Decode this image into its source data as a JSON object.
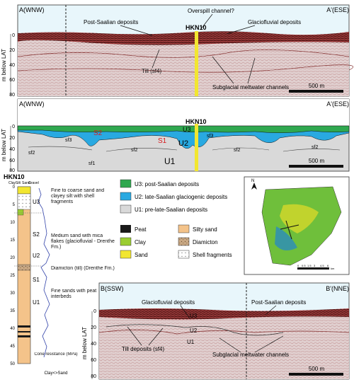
{
  "panel_a_seismic": {
    "left_label": "A(WNW)",
    "right_label": "A'(ESE)",
    "y_axis_label": "m below LAT",
    "y_ticks": [
      "0",
      "20",
      "40",
      "60",
      "80"
    ],
    "well_label": "HKN10",
    "annotations": {
      "post_saalian": "Post-Saalian deposits",
      "overspill": "Overspill channel?",
      "glaciofluvial": "Glaciofluvial deposits",
      "till": "Till (sf4)",
      "meltwater": "Subglacial meltwater channels"
    },
    "scale_bar": "500 m"
  },
  "panel_a_interpreted": {
    "left_label": "A(WNW)",
    "right_label": "A'(ESE)",
    "y_axis_label": "m below LAT",
    "y_ticks": [
      "0",
      "20",
      "40",
      "60",
      "80"
    ],
    "well_label": "HKN10",
    "unit_labels": [
      "U3",
      "U2",
      "U1"
    ],
    "surface_labels": [
      "S2",
      "S1"
    ],
    "sf_labels": [
      "sf3",
      "sf3",
      "sf2",
      "sf2",
      "sf2",
      "sf2",
      "sf1"
    ],
    "scale_bar": "500 m"
  },
  "core_log": {
    "title": "HKN10",
    "header_codes": [
      "Clay",
      "Silt",
      "Sand",
      "Gravel"
    ],
    "depth_ticks": [
      "0",
      "5",
      "10",
      "15",
      "20",
      "25",
      "30",
      "35",
      "40",
      "45",
      "50"
    ],
    "unit_labels": [
      "U3",
      "S2",
      "U2",
      "S1",
      "U1"
    ],
    "descriptions": [
      "Fine to coarse sand and clayey silt with shell fragments",
      "Medium sand with mica flakes (glaciofluvial - Drenthe Fm.)",
      "Diamicton (till) (Drenthe Fm.)",
      "Fine sands with peat interbeds"
    ],
    "cpt_label": "Cone resistance (MPa)",
    "cpt_sub": "Clay<>Sand"
  },
  "legend": {
    "units": [
      {
        "label": "U3: post-Saalian deposits",
        "color": "#2fa84f"
      },
      {
        "label": "U2: late-Saalian glaciogenic deposits",
        "color": "#29a9e1"
      },
      {
        "label": "U1: pre-late-Saalian deposits",
        "color": "#d9d9d9"
      }
    ],
    "lithology": [
      {
        "label": "Peat",
        "color": "#1a1a1a"
      },
      {
        "label": "Silty sand",
        "color": "#f4c38a"
      },
      {
        "label": "Clay",
        "color": "#9acd32"
      },
      {
        "label": "Diamicton",
        "color": "#c8a884"
      },
      {
        "label": "Sand",
        "color": "#f2e630"
      },
      {
        "label": "Shell fragments",
        "color": "#ffffff"
      }
    ]
  },
  "map_inset": {
    "north": "N",
    "scale_ticks": [
      "0",
      "0.5",
      "1.5",
      "3",
      "4.5",
      "6"
    ],
    "scale_unit": "km"
  },
  "panel_b": {
    "left_label": "B(SSW)",
    "right_label": "B'(NNE)",
    "y_axis_label": "m below LAT",
    "y_ticks": [
      "0",
      "20",
      "40",
      "60",
      "80"
    ],
    "annotations": {
      "glaciofluvial": "Glaciofluvial deposits",
      "post_saalian": "Post-Saalian deposits",
      "till": "Till deposits (sf4)",
      "meltwater": "Subglacial meltwater channels"
    },
    "unit_labels": [
      "U3",
      "U2",
      "U1"
    ],
    "scale_bar": "500 m"
  }
}
